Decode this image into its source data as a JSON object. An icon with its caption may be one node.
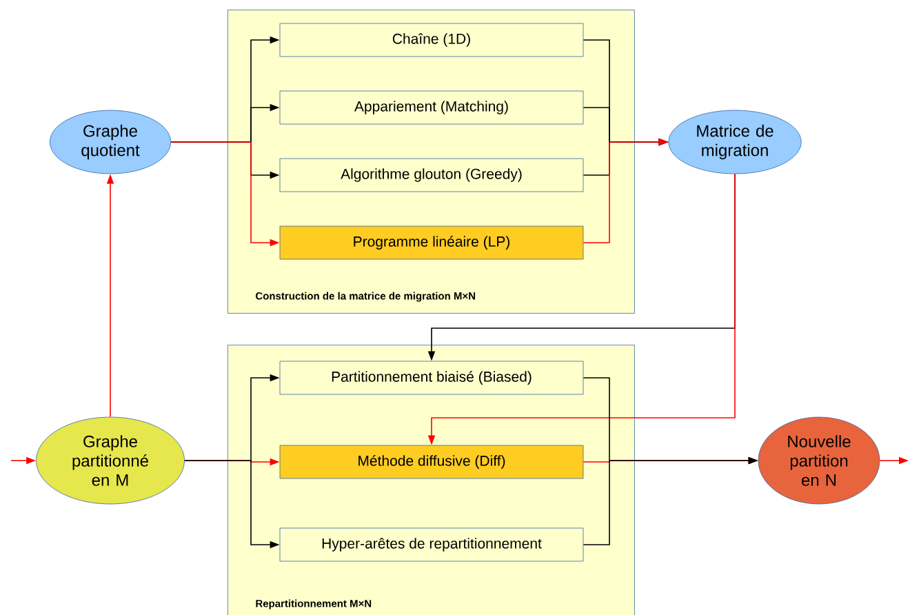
{
  "diagram": {
    "nodes": [
      {
        "text": [
          "Graphe quotient"
        ]
      },
      {
        "text": [
          "Construction de la matrice de migration M×N"
        ]
      },
      {
        "text": [
          "Chaîne (1D)"
        ],
        "in": 1
      },
      {
        "text": [
          "Appariement (Matching)"
        ],
        "in": 1
      },
      {
        "text": [
          "Algorithme glouton (Greedy)"
        ],
        "in": 1
      },
      {
        "text": [
          "Programme linéaire (LP)"
        ],
        "in": 1
      },
      {
        "text": [
          "Matrice de migration"
        ]
      },
      {
        "text": [
          "Repartitionnement M×N"
        ]
      },
      {
        "text": [
          "Partitionnement biaisé (Biased)"
        ],
        "in": 7
      },
      {
        "text": [
          "Méthode diffusive (Diff)"
        ],
        "in": 7
      },
      {
        "text": [
          "Hyper-arêtes de repartitionnement"
        ],
        "in": 7
      },
      {
        "text": [
          "Graphe partitionné en M"
        ]
      },
      {
        "text": [
          "Nouvelle partition en N"
        ]
      }
    ],
    "edges": [
      {
        "from": 0,
        "to": 2,
        "arrow": "to"
      },
      {
        "from": 0,
        "to": 3,
        "arrow": "to"
      },
      {
        "from": 0,
        "to": 4,
        "arrow": "to"
      },
      {
        "from": 0,
        "to": 5,
        "arrow": "to",
        "color": "#ff0000"
      },
      {
        "from": 2,
        "to": 6,
        "arrow": "to"
      },
      {
        "from": 3,
        "to": 6,
        "arrow": "to"
      },
      {
        "from": 4,
        "to": 6,
        "arrow": "to"
      },
      {
        "from": 5,
        "to": 6,
        "arrow": "to",
        "color": "#ff0000"
      },
      {
        "from": 11,
        "to": 0,
        "arrow": "to",
        "color": "#ff0000"
      },
      {
        "from": 6,
        "to": 8,
        "arrow": "to"
      },
      {
        "from": 6,
        "to": 9,
        "arrow": "to",
        "color": "#ff0000"
      },
      {
        "from": 11,
        "to": 8,
        "arrow": "to"
      },
      {
        "from": 11,
        "to": 9,
        "arrow": "to",
        "color": "#ff0000"
      },
      {
        "from": 11,
        "to": 10,
        "arrow": "to"
      },
      {
        "from": 8,
        "to": 12,
        "arrow": "to"
      },
      {
        "from": 9,
        "to": 12,
        "arrow": "to",
        "color": "#ff0000"
      },
      {
        "from": 10,
        "to": 12,
        "arrow": "to"
      },
      {
        "from": null,
        "to": 11,
        "arrow": "to",
        "color": "#ff0000"
      },
      {
        "from": 12,
        "to": null,
        "arrow": "to",
        "color": "#ff0000"
      }
    ]
  }
}
